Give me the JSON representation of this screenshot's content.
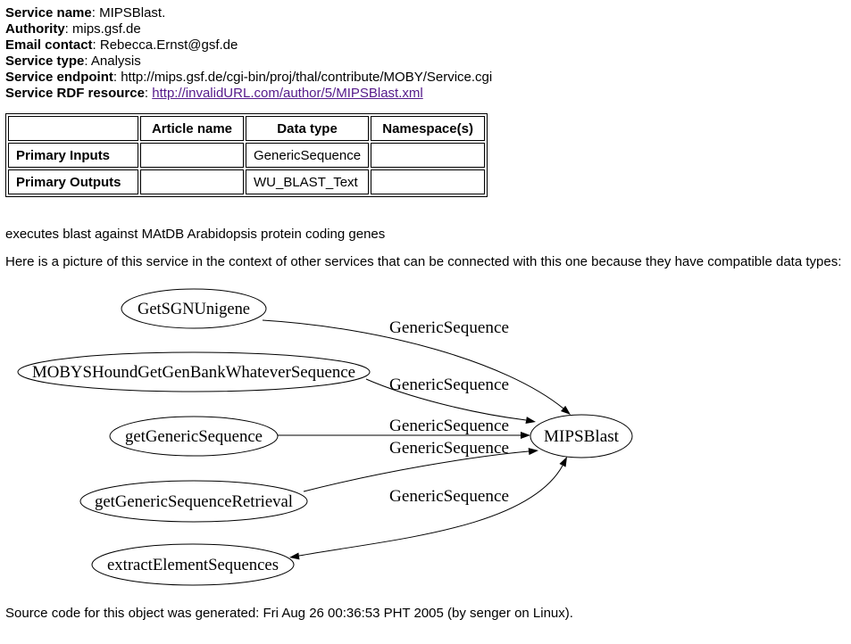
{
  "page": {
    "background": "#ffffff",
    "link_color": "#551A8B",
    "footer": "Source code for this object was generated: Fri Aug 26 00:36:53 PHT 2005 (by senger on Linux)."
  },
  "service_details": {
    "separator": ": ",
    "fields": [
      {
        "label": "Service name",
        "value": "MIPSBlast."
      },
      {
        "label": "Authority",
        "value": "mips.gsf.de"
      },
      {
        "label": "Email contact",
        "value": "Rebecca.Ernst@gsf.de"
      },
      {
        "label": "Service type",
        "value": "Analysis"
      },
      {
        "label": "Service endpoint",
        "value": "http://mips.gsf.de/cgi-bin/proj/thal/contribute/MOBY/Service.cgi"
      },
      {
        "label": "Service RDF resource",
        "value": "http://invalidURL.com/author/5/MIPSBlast.xml"
      }
    ]
  },
  "io_table": {
    "headers": [
      "",
      "Article name",
      "Data type",
      "Namespace(s)"
    ],
    "rows": [
      {
        "label": "Primary Inputs",
        "article_name": "",
        "data_type": "GenericSequence",
        "namespaces": ""
      },
      {
        "label": "Primary Outputs",
        "article_name": "",
        "data_type": "WU_BLAST_Text",
        "namespaces": ""
      }
    ]
  },
  "description": "executes blast against MAtDB Arabidopsis protein coding genes",
  "diagram_intro": "Here is a picture of this service in the context of other services that can be connected with this one because they have compatible data types:",
  "diagram": {
    "nodes": [
      {
        "label": "GetSGNUnigene"
      },
      {
        "label": "MOBYSHoundGetGenBankWhateverSequence"
      },
      {
        "label": "getGenericSequence"
      },
      {
        "label": "getGenericSequenceRetrieval"
      },
      {
        "label": "extractElementSequences"
      },
      {
        "label": "MIPSBlast"
      }
    ],
    "edges": [
      {
        "from": "GetSGNUnigene",
        "to": "MIPSBlast",
        "label": "GenericSequence",
        "bidirectional": false
      },
      {
        "from": "MOBYSHoundGetGenBankWhateverSequence",
        "to": "MIPSBlast",
        "label": "GenericSequence",
        "bidirectional": false
      },
      {
        "from": "getGenericSequence",
        "to": "MIPSBlast",
        "label": "GenericSequence",
        "bidirectional": false
      },
      {
        "from": "getGenericSequenceRetrieval",
        "to": "MIPSBlast",
        "label": "GenericSequence",
        "bidirectional": false
      },
      {
        "from": "extractElementSequences",
        "to": "MIPSBlast",
        "label": "GenericSequence",
        "bidirectional": true
      }
    ]
  }
}
